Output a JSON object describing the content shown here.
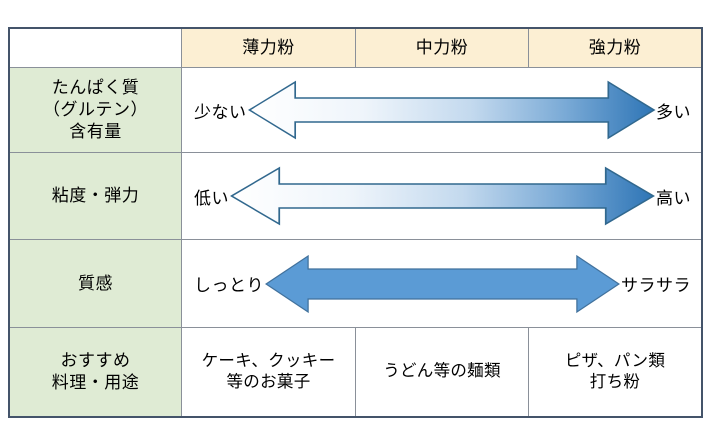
{
  "table": {
    "corner_label": "",
    "columns": [
      "薄力粉",
      "中力粉",
      "強力粉"
    ],
    "rows": [
      {
        "label": "たんぱく質\n（グルテン）\n含有量",
        "label_lines": [
          "たんぱく質",
          "（グルテン）",
          "含有量"
        ],
        "type": "scale",
        "left_text": "少ない",
        "right_text": "多い",
        "arrow": "double-headed-gradient-arrow"
      },
      {
        "label": "粘度・弾力",
        "label_lines": [
          "粘度・弾力"
        ],
        "type": "scale",
        "left_text": "低い",
        "right_text": "高い",
        "arrow": "double-headed-gradient-arrow"
      },
      {
        "label": "質感",
        "label_lines": [
          "質感"
        ],
        "type": "scale",
        "left_text": "しっとり",
        "right_text": "サラサラ",
        "arrow": "double-headed-solid-arrow"
      },
      {
        "label": "おすすめ\n料理・用途",
        "label_lines": [
          "おすすめ",
          "料理・用途"
        ],
        "type": "cells",
        "cells": [
          {
            "lines": [
              "ケーキ、クッキー",
              "等のお菓子"
            ]
          },
          {
            "lines": [
              "うどん等の麺類"
            ]
          },
          {
            "lines": [
              "ピザ、パン類",
              "打ち粉"
            ]
          }
        ]
      }
    ]
  },
  "colors": {
    "header_bg": "#fcefd3",
    "label_bg": "#dfebd4",
    "outer_border": "#44546a",
    "inner_border": "#8a9099",
    "arrow_gradient_start": "#ffffff",
    "arrow_gradient_end": "#2e75b6",
    "arrow_outline": "#31688e",
    "arrow_solid_fill": "#5b9bd5",
    "arrow_solid_outline": "#41719c",
    "text": "#000000"
  }
}
